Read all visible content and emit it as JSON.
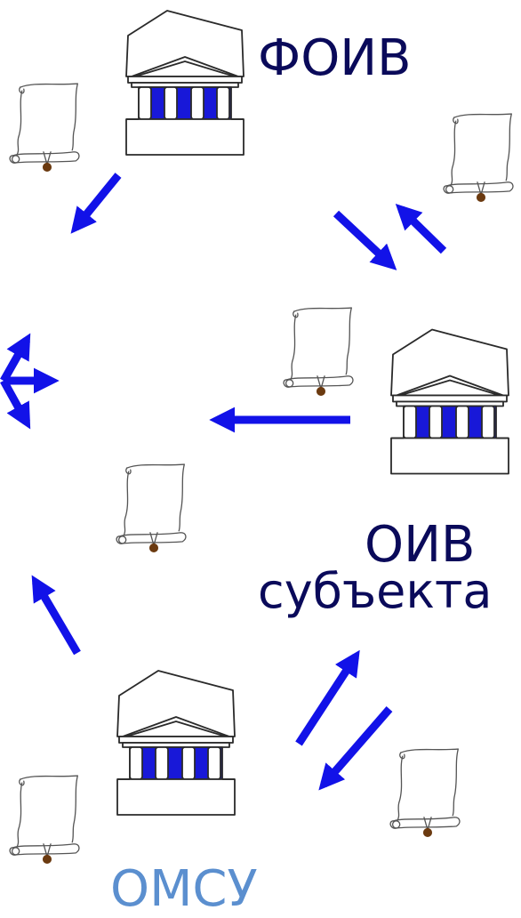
{
  "labels": {
    "foiv": "ФОИВ",
    "oiv_line1": "ОИВ",
    "oiv_line2": "субъекта",
    "omsu": "ОМСУ"
  },
  "colors": {
    "arrow": "#1212e8",
    "column": "#1818d8",
    "outline": "#2a2a2a",
    "seal": "#6b3a10",
    "label_dark": "#0a0a5a",
    "label_omsu": "#5b8fcf"
  },
  "icons": {
    "building": "government-building-icon",
    "document": "scroll-document-icon"
  }
}
